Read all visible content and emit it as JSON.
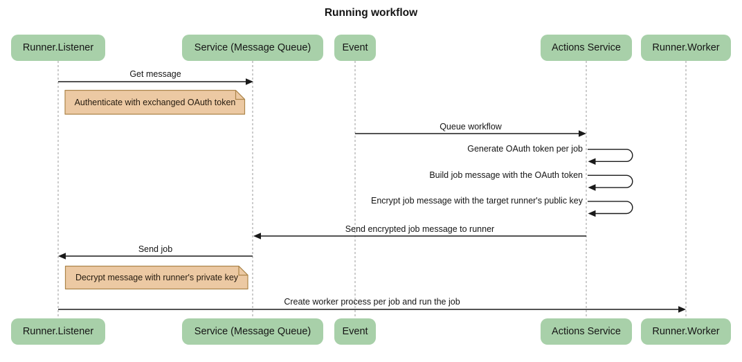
{
  "title": "Running workflow",
  "actors": [
    {
      "id": "runner-listener",
      "label": "Runner.Listener"
    },
    {
      "id": "service-message-queue",
      "label": "Service (Message Queue)"
    },
    {
      "id": "event",
      "label": "Event"
    },
    {
      "id": "actions-service",
      "label": "Actions Service"
    },
    {
      "id": "runner-worker",
      "label": "Runner.Worker"
    }
  ],
  "messages": [
    {
      "type": "arrow",
      "from": "Runner.Listener",
      "to": "Service (Message Queue)",
      "label": "Get message"
    },
    {
      "type": "note",
      "over": "Runner.Listener",
      "label": "Authenticate with exchanged OAuth token"
    },
    {
      "type": "arrow",
      "from": "Event",
      "to": "Actions Service",
      "label": "Queue workflow"
    },
    {
      "type": "self",
      "actor": "Actions Service",
      "label": "Generate OAuth token per job"
    },
    {
      "type": "self",
      "actor": "Actions Service",
      "label": "Build job message with the OAuth token"
    },
    {
      "type": "self",
      "actor": "Actions Service",
      "label": "Encrypt job message with the target runner's public key"
    },
    {
      "type": "arrow",
      "from": "Actions Service",
      "to": "Service (Message Queue)",
      "label": "Send encrypted job message to runner"
    },
    {
      "type": "arrow",
      "from": "Service (Message Queue)",
      "to": "Runner.Listener",
      "label": "Send job"
    },
    {
      "type": "note",
      "over": "Runner.Listener",
      "label": "Decrypt message with runner's private key"
    },
    {
      "type": "arrow",
      "from": "Runner.Listener",
      "to": "Runner.Worker",
      "label": "Create worker process per job and run the job"
    }
  ],
  "colors": {
    "actor_fill": "#A8D0A9",
    "note_fill": "#ECC9A3",
    "note_border": "#AC8549",
    "lifeline": "#999999",
    "arrow": "#1a1a1a",
    "text": "#141414",
    "background": "#ffffff"
  }
}
